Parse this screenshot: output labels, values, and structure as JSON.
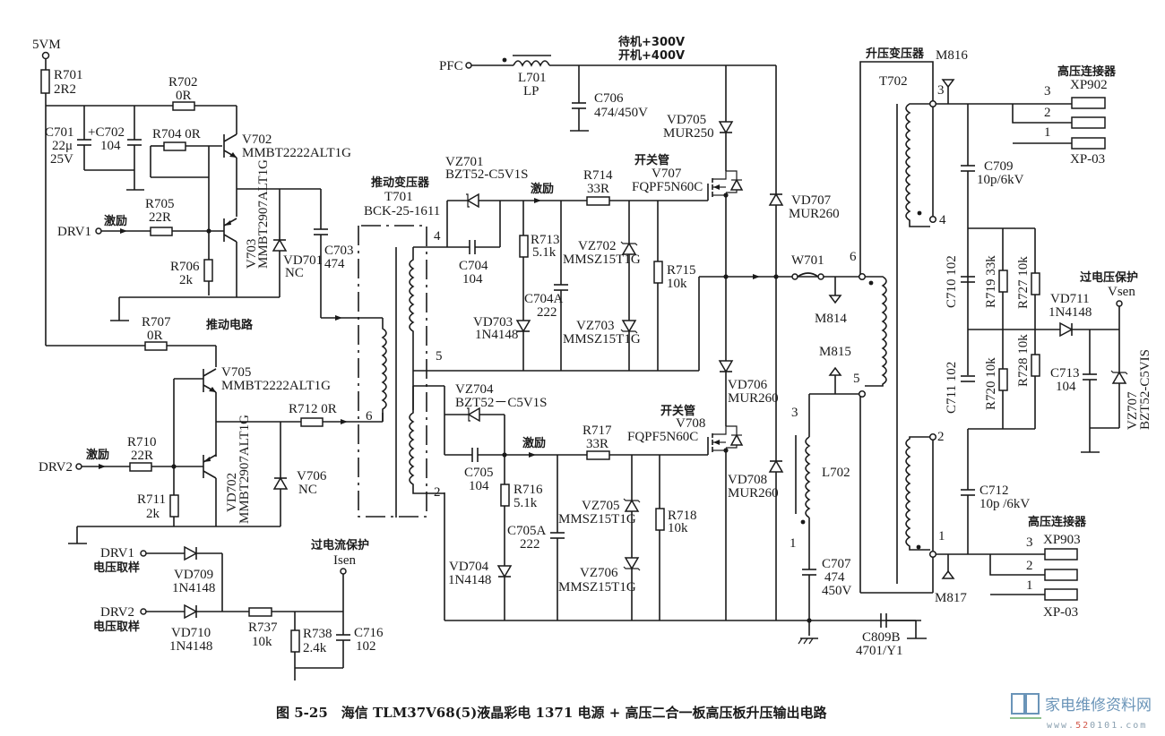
{
  "figure": {
    "caption": "图 5-25　海信 TLM37V68(5)液晶彩电 1371 电源 + 高压二合一板高压板升压输出电路"
  },
  "watermark": {
    "title": "家电维修资料网",
    "url_prefix": "www.",
    "url_highlight": "52",
    "url_suffix": "0101.com"
  },
  "nodes": {
    "5vm": "5VM",
    "pfc": "PFC",
    "drv1": "DRV1",
    "drv2": "DRV2",
    "drv1_sample": "DRV1",
    "drv2_sample": "DRV2",
    "voltage_sample": "电压取样",
    "excite": "激励",
    "isen_title": "过电流保护",
    "isen": "Isen",
    "vsen_title": "过电压保护",
    "vsen": "Vsen",
    "standby_v": "待机+300V",
    "on_v": "开机+400V"
  },
  "sections": {
    "drive_circuit": "推动电路",
    "drive_transformer": "推动变压器",
    "boost_transformer": "升压变压器",
    "switch_tube": "开关管",
    "hv_connector": "高压连接器"
  },
  "components": {
    "R701": [
      "R701",
      "2R2"
    ],
    "R702": [
      "R702",
      "0R"
    ],
    "R704": [
      "R704 0R"
    ],
    "R705": [
      "R705",
      "22R"
    ],
    "R706": [
      "R706",
      "2k"
    ],
    "R707": [
      "R707",
      "0R"
    ],
    "R710": [
      "R710",
      "22R"
    ],
    "R711": [
      "R711",
      "2k"
    ],
    "R712": [
      "R712 0R"
    ],
    "R713": [
      "R713",
      "5.1k"
    ],
    "R714": [
      "R714",
      "33R"
    ],
    "R715": [
      "R715",
      "10k"
    ],
    "R716": [
      "R716",
      "5.1k"
    ],
    "R717": [
      "R717",
      "33R"
    ],
    "R718": [
      "R718",
      "10k"
    ],
    "R719": [
      "R719 33k"
    ],
    "R720": [
      "R720  10k"
    ],
    "R727": [
      "R727 10k"
    ],
    "R728": [
      "R728 10k"
    ],
    "R737": [
      "R737",
      "10k"
    ],
    "R738": [
      "R738",
      "2.4k"
    ],
    "C701": [
      "C701",
      "22μ",
      "25V"
    ],
    "C702": [
      "+C702",
      "104"
    ],
    "C703": [
      "C703",
      "474"
    ],
    "C704": [
      "C704",
      "104"
    ],
    "C704A": [
      "C704A",
      "222"
    ],
    "C705": [
      "C705",
      "104"
    ],
    "C705A": [
      "C705A",
      "222"
    ],
    "C706": [
      "C706",
      "474/450V"
    ],
    "C707": [
      "C707",
      "474",
      "450V"
    ],
    "C709": [
      "C709",
      "10p/6kV"
    ],
    "C710": [
      "C710 102"
    ],
    "C711": [
      "C711  102"
    ],
    "C712": [
      "C712",
      "10p /6kV"
    ],
    "C713": [
      "C713",
      "104"
    ],
    "C716": [
      "C716",
      "102"
    ],
    "C809B": [
      "C809B",
      "4701/Y1"
    ],
    "V702": [
      "V702",
      "MMBT2222ALT1G"
    ],
    "V703": [
      "V703",
      "MMBT2907ALT1G"
    ],
    "V705": [
      "V705",
      "MMBT2222ALT1G"
    ],
    "VD702": [
      "VD702",
      "MMBT2907ALT1G"
    ],
    "V706": [
      "V706",
      "NC"
    ],
    "VD701": [
      "VD701",
      "NC"
    ],
    "V707": [
      "V707",
      "FQPF5N60C"
    ],
    "V708": [
      "V708",
      "FQPF5N60C"
    ],
    "VD703": [
      "VD703",
      "1N4148"
    ],
    "VD704": [
      "VD704",
      "1N4148"
    ],
    "VD705": [
      "VD705",
      "MUR250"
    ],
    "VD706": [
      "VD706",
      "MUR260"
    ],
    "VD707": [
      "VD707",
      "MUR260"
    ],
    "VD708": [
      "VD708",
      "MUR260"
    ],
    "VD709": [
      "VD709",
      "1N4148"
    ],
    "VD710": [
      "VD710",
      "1N4148"
    ],
    "VD711": [
      "VD711",
      "1N4148"
    ],
    "VZ701": [
      "VZ701",
      "BZT52-C5V1S"
    ],
    "VZ702": [
      "VZ702",
      "MMSZ15T1G"
    ],
    "VZ703": [
      "VZ703",
      "MMSZ15T1G"
    ],
    "VZ704": [
      "VZ704",
      "BZT52－C5V1S"
    ],
    "VZ705": [
      "VZ705",
      "MMSZ15T1G"
    ],
    "VZ706": [
      "VZ706",
      "MMSZ15T1G"
    ],
    "VZ707": [
      "VZ707",
      "BZT52-C5VIS"
    ],
    "L701": [
      "L701",
      "LP"
    ],
    "L702": [
      "L702"
    ],
    "T701": [
      "T701",
      "BCK-25-1611"
    ],
    "T702": [
      "T702"
    ],
    "W701": [
      "W701"
    ],
    "M814": [
      "M814"
    ],
    "M815": [
      "M815"
    ],
    "M816": [
      "M816"
    ],
    "M817": [
      "M817"
    ],
    "XP902": [
      "XP902",
      "XP-03"
    ],
    "XP903": [
      "XP903",
      "XP-03"
    ]
  },
  "pins": {
    "t701_4": "4",
    "t701_5": "5",
    "t701_6": "6",
    "t701_2": "2",
    "t702_6": "6",
    "t702_5": "5",
    "t702_3": "3",
    "t702_4": "4",
    "t702_2": "2",
    "t702_1": "1",
    "l702_3": "3",
    "l702_1": "1",
    "xp_3": "3",
    "xp_2": "2",
    "xp_1": "1"
  }
}
